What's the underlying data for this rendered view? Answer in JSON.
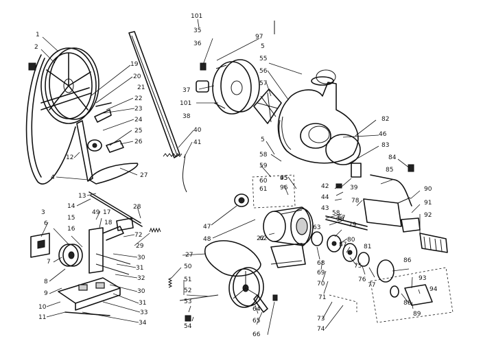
{
  "callouts": [
    {
      "label": "1"
    },
    {
      "label": "2"
    },
    {
      "label": "3"
    },
    {
      "label": "4"
    },
    {
      "label": "5"
    },
    {
      "label": "5"
    },
    {
      "label": "6"
    },
    {
      "label": "7"
    },
    {
      "label": "8"
    },
    {
      "label": "9"
    },
    {
      "label": "10"
    },
    {
      "label": "11"
    },
    {
      "label": "12"
    },
    {
      "label": "13"
    },
    {
      "label": "14"
    },
    {
      "label": "15"
    },
    {
      "label": "16"
    },
    {
      "label": "17"
    },
    {
      "label": "18"
    },
    {
      "label": "19"
    },
    {
      "label": "20"
    },
    {
      "label": "21"
    },
    {
      "label": "22"
    },
    {
      "label": "23"
    },
    {
      "label": "24"
    },
    {
      "label": "25"
    },
    {
      "label": "26"
    },
    {
      "label": "27"
    },
    {
      "label": "27"
    },
    {
      "label": "28"
    },
    {
      "label": "29"
    },
    {
      "label": "30"
    },
    {
      "label": "30"
    },
    {
      "label": "31"
    },
    {
      "label": "31"
    },
    {
      "label": "32"
    },
    {
      "label": "33"
    },
    {
      "label": "34"
    },
    {
      "label": "35"
    },
    {
      "label": "36"
    },
    {
      "label": "37"
    },
    {
      "label": "38"
    },
    {
      "label": "39"
    },
    {
      "label": "40"
    },
    {
      "label": "41"
    },
    {
      "label": "42"
    },
    {
      "label": "43"
    },
    {
      "label": "44"
    },
    {
      "label": "45"
    },
    {
      "label": "46"
    },
    {
      "label": "47"
    },
    {
      "label": "48"
    },
    {
      "label": "49"
    },
    {
      "label": "50"
    },
    {
      "label": "51"
    },
    {
      "label": "52"
    },
    {
      "label": "53"
    },
    {
      "label": "54"
    },
    {
      "label": "55"
    },
    {
      "label": "56"
    },
    {
      "label": "57"
    },
    {
      "label": "58"
    },
    {
      "label": "58"
    },
    {
      "label": "59"
    },
    {
      "label": "60"
    },
    {
      "label": "61"
    },
    {
      "label": "62"
    },
    {
      "label": "63"
    },
    {
      "label": "64"
    },
    {
      "label": "65"
    },
    {
      "label": "66"
    },
    {
      "label": "67"
    },
    {
      "label": "68"
    },
    {
      "label": "69"
    },
    {
      "label": "70"
    },
    {
      "label": "71"
    },
    {
      "label": "72"
    },
    {
      "label": "73"
    },
    {
      "label": "74"
    },
    {
      "label": "75"
    },
    {
      "label": "76"
    },
    {
      "label": "77"
    },
    {
      "label": "78"
    },
    {
      "label": "79"
    },
    {
      "label": "80"
    },
    {
      "label": "81"
    },
    {
      "label": "82"
    },
    {
      "label": "83"
    },
    {
      "label": "84"
    },
    {
      "label": "85"
    },
    {
      "label": "86"
    },
    {
      "label": "87"
    },
    {
      "label": "88"
    },
    {
      "label": "89"
    },
    {
      "label": "90"
    },
    {
      "label": "91"
    },
    {
      "label": "92"
    },
    {
      "label": "93"
    },
    {
      "label": "94"
    },
    {
      "label": "95"
    },
    {
      "label": "96"
    },
    {
      "label": "97"
    },
    {
      "label": "98"
    },
    {
      "label": "101"
    },
    {
      "label": "101"
    },
    {
      "label": "22"
    }
  ]
}
